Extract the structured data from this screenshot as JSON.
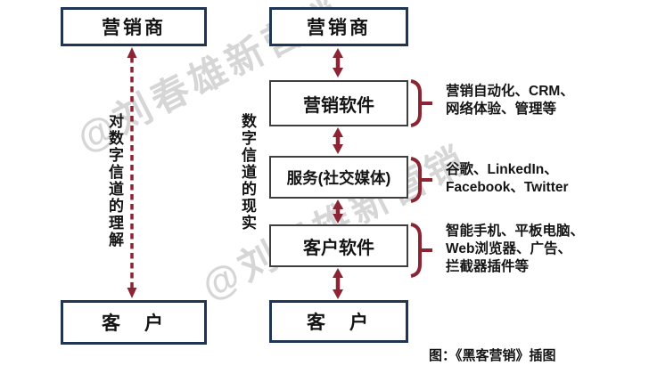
{
  "colors": {
    "navy": "#1f3553",
    "maroon": "#8b2433",
    "border": "#3f3f3f",
    "ink": "#141414"
  },
  "left_flow": {
    "top_box": "营销商",
    "channel_label": "对数字信道的理解",
    "bottom_box": "客　户"
  },
  "right_flow": {
    "top_box": "营销商",
    "channel_label": "数字信道的现实",
    "middle_boxes": [
      "营销软件",
      "服务(社交媒体)",
      "客户软件"
    ],
    "bottom_box": "客　户"
  },
  "annotations": [
    {
      "lines": [
        "营销自动化、CRM、",
        "网络体验、管理等"
      ]
    },
    {
      "lines": [
        "谷歌、LinkedIn、",
        "Facebook、Twitter"
      ]
    },
    {
      "lines": [
        "智能手机、平板电脑、",
        "Web浏览器、广告、",
        "拦截器插件等"
      ]
    }
  ],
  "caption": "图：《黑客营销》插图",
  "watermark": "@刘春雄新营销"
}
